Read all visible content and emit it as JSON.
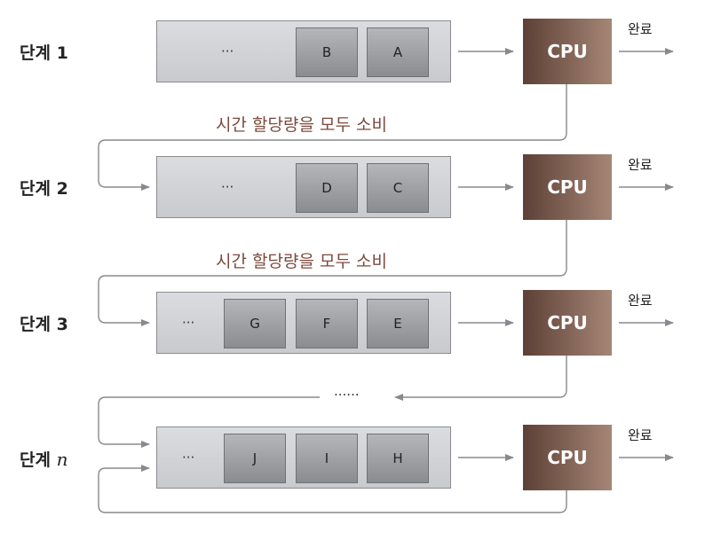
{
  "stages": [
    {
      "label": "단계 1",
      "label_var": "",
      "dots": "···",
      "processes": [
        "B",
        "A"
      ]
    },
    {
      "label": "단계 2",
      "label_var": "",
      "dots": "···",
      "processes": [
        "D",
        "C"
      ]
    },
    {
      "label": "단계 3",
      "label_var": "",
      "dots": "···",
      "processes": [
        "G",
        "F",
        "E"
      ]
    },
    {
      "label": "단계 ",
      "label_var": "n",
      "dots": "···",
      "processes": [
        "J",
        "I",
        "H"
      ]
    }
  ],
  "cpu_label": "CPU",
  "done_label": "완료",
  "caption": "시간 할당량을 모두 소비",
  "ellipsis": "......",
  "colors": {
    "cpu_dark": "#5d4036",
    "cpu_light": "#a58676",
    "caption": "#7b4a3e",
    "arrow": "#888a8d"
  }
}
